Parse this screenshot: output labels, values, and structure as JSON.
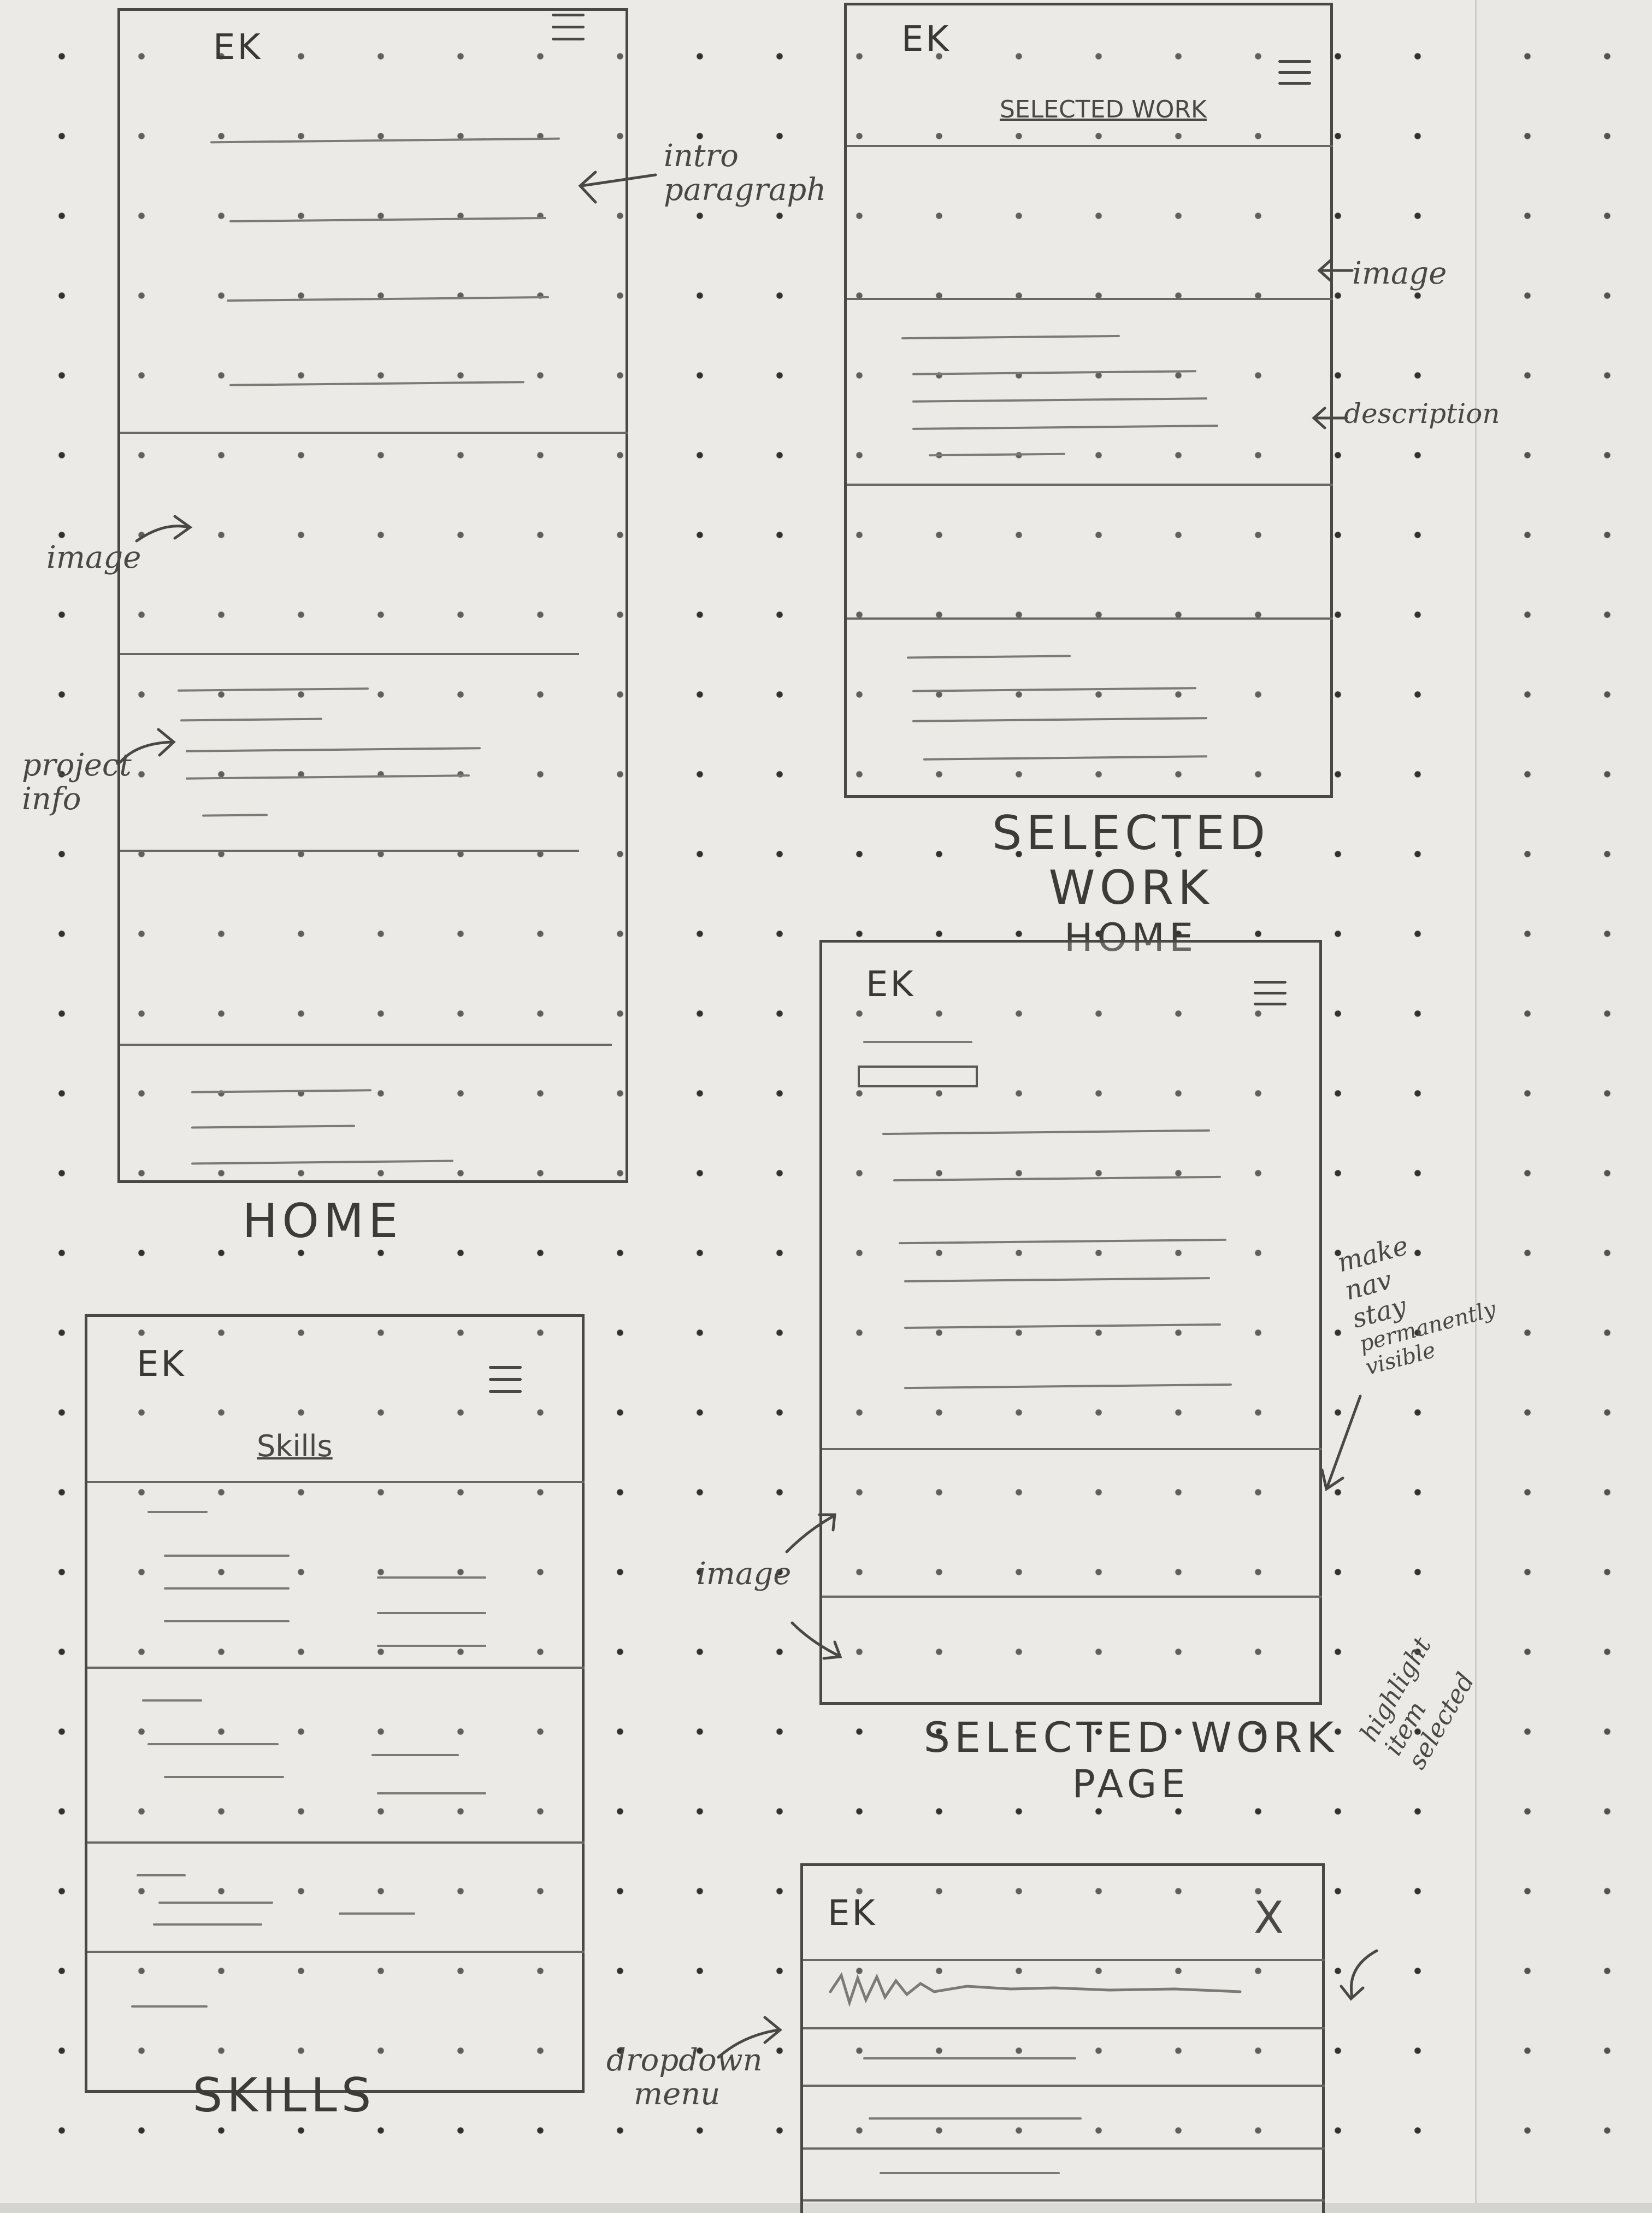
{
  "logo": "EK",
  "frames": {
    "home": {
      "caption": "HOME"
    },
    "selected_work_home": {
      "header": "SELECTED WORK",
      "caption_line1": "SELECTED WORK",
      "caption_line2": "HOME"
    },
    "selected_work_page": {
      "caption_line1": "SELECTED WORK",
      "caption_line2": "PAGE"
    },
    "skills": {
      "header": "Skills",
      "caption": "SKILLS"
    },
    "menu": {
      "close": "X"
    }
  },
  "annotations": {
    "intro_paragraph_1": "intro",
    "intro_paragraph_2": "paragraph",
    "image_home": "image",
    "project_info_1": "project",
    "project_info_2": "info",
    "image_swh": "image",
    "description": "description",
    "make_nav_1": "make",
    "make_nav_2": "nav",
    "make_nav_3": "stay",
    "make_nav_4": "permanently",
    "make_nav_5": "visible",
    "image_swp": "image",
    "dropdown_1": "dropdown",
    "dropdown_2": "menu",
    "highlight_1": "highlight",
    "highlight_2": "item",
    "highlight_3": "selected"
  },
  "icons": [
    "hamburger-menu-icon",
    "close-icon",
    "arrow-icon"
  ],
  "colors": {
    "paper": "#ebeae6",
    "pencil": "#4a4845",
    "dots": "#33312e"
  }
}
